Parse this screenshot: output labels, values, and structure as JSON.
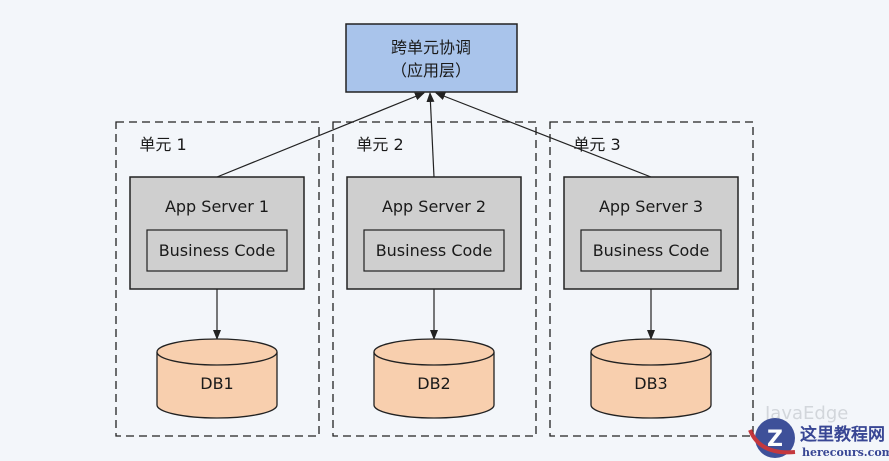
{
  "coordinator": {
    "line1": "跨单元协调",
    "line2": "（应用层）"
  },
  "units": [
    {
      "label": "单元 1",
      "server": "App Server 1",
      "code": "Business Code",
      "db": "DB1"
    },
    {
      "label": "单元 2",
      "server": "App Server 2",
      "code": "Business Code",
      "db": "DB2"
    },
    {
      "label": "单元 3",
      "server": "App Server 3",
      "code": "Business Code",
      "db": "DB3"
    }
  ],
  "watermark": {
    "text": "JavaEdge",
    "logo_title": "这里教程网",
    "logo_url": "herecours.com"
  },
  "colors": {
    "coordinator": "#a9c4eb",
    "server": "#cfcfcf",
    "db": "#f8cfae",
    "background": "#f3f6fa"
  }
}
